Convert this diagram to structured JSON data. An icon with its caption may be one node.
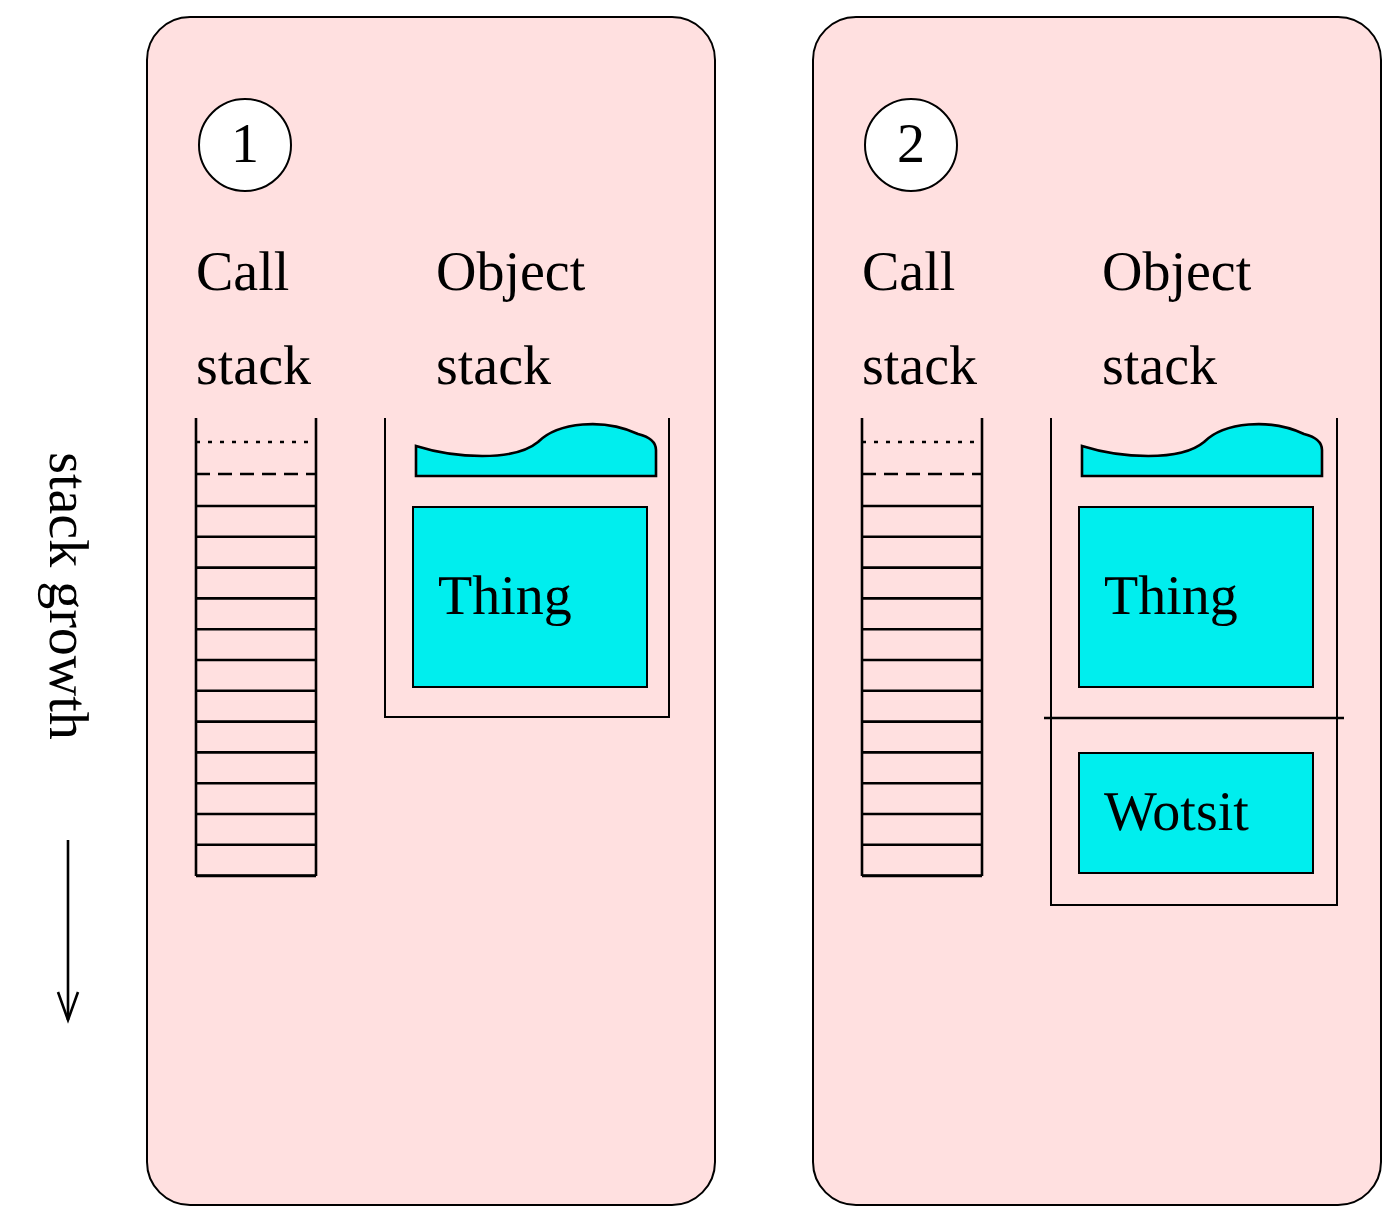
{
  "diagram": {
    "nodes": [
      {
        "text": [],
        "shape": "box"
      },
      {
        "text": [
          "1"
        ],
        "in": 0
      },
      {
        "text": [
          "Call stack"
        ],
        "in": 0
      },
      {
        "text": [
          "Object stack"
        ],
        "in": 0
      },
      {
        "text": [],
        "shape": "cloud",
        "in": 3
      },
      {
        "text": [
          "Thing"
        ],
        "in": 3
      },
      {
        "text": [],
        "shape": "box"
      },
      {
        "text": [
          "2"
        ],
        "in": 6
      },
      {
        "text": [
          "Call stack"
        ],
        "in": 6
      },
      {
        "text": [
          "Object stack"
        ],
        "in": 6
      },
      {
        "text": [],
        "shape": "cloud",
        "in": 9
      },
      {
        "text": [
          "Thing"
        ],
        "in": 9
      },
      {
        "text": [
          "Wotsit"
        ],
        "in": 9
      }
    ],
    "labels": [
      "stack growth"
    ]
  }
}
